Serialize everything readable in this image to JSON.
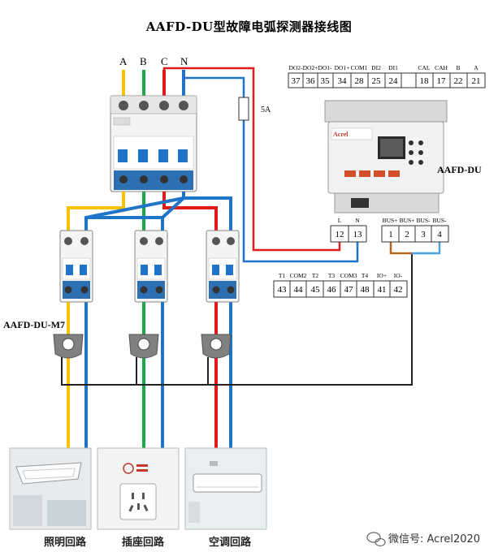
{
  "title": "AAFD-DU型故障电弧探测器接线图",
  "phases": [
    "A",
    "B",
    "C",
    "N"
  ],
  "fuse_label": "5A",
  "device_label": "AAFD-DU",
  "sensor_label": "AAFD-DU-M7",
  "brand": "Acrel",
  "top_terminals": {
    "headers": [
      "DO2-",
      "DO2+",
      "DO1-",
      "DO1+",
      "COM1",
      "DI2",
      "DI1",
      "CAL",
      "CAH",
      "B",
      "A"
    ],
    "numbers": [
      "37",
      "36",
      "35",
      "34",
      "28",
      "25",
      "24",
      "18",
      "17",
      "22",
      "21"
    ]
  },
  "power_terminals": {
    "headers": [
      "L",
      "N"
    ],
    "numbers": [
      "12",
      "13"
    ]
  },
  "bus_terminals": {
    "headers": [
      "BUS+",
      "BUS+",
      "BUS-",
      "BUS-"
    ],
    "numbers": [
      "1",
      "2",
      "3",
      "4"
    ]
  },
  "bottom_terminals": {
    "headers": [
      "T1",
      "COM2",
      "T2",
      "T3",
      "COM3",
      "T4",
      "IO+",
      "IO-"
    ],
    "numbers": [
      "43",
      "44",
      "45",
      "46",
      "47",
      "48",
      "41",
      "42"
    ]
  },
  "circuits": [
    "照明回路",
    "插座回路",
    "空调回路"
  ],
  "watermark": "微信号: Acrel2020",
  "colors": {
    "phase_a": "#f5c400",
    "phase_b": "#1fa84a",
    "phase_c": "#e01b1b",
    "neutral": "#1f73c8",
    "bus_brown": "#b5651d",
    "bus_blue": "#4aa3df"
  }
}
